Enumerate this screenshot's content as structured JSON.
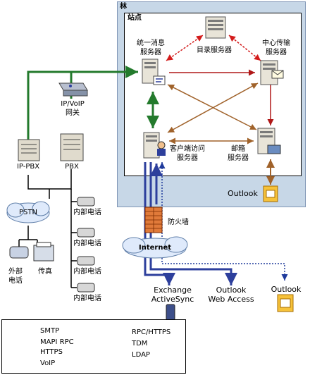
{
  "forest_label": "林",
  "site_label": "站点",
  "servers": {
    "um": [
      "统一消息",
      "服务器"
    ],
    "directory": "目录服务器",
    "hub": [
      "中心传输",
      "服务器"
    ],
    "client_access": [
      "客户端访问",
      "服务器"
    ],
    "mailbox": [
      "邮箱",
      "服务器"
    ]
  },
  "outlook_inner": "Outlook",
  "ip_voip_gateway": [
    "IP/VoIP",
    "网关"
  ],
  "ip_pbx": "IP-PBX",
  "pbx": "PBX",
  "pstn": "PSTN",
  "internal_phones": [
    "内部电话",
    "内部电话",
    "内部电话",
    "内部电话"
  ],
  "external_phone": [
    "外部",
    "电话"
  ],
  "fax": "传真",
  "firewall": "防火墙",
  "internet": "Internet",
  "clients": {
    "activesync": [
      "Exchange",
      "ActiveSync"
    ],
    "owa": [
      "Outlook",
      "Web Access"
    ],
    "outlook": "Outlook"
  },
  "legend": {
    "items": [
      {
        "label": "SMTP",
        "color": "#b01818",
        "style": "solid-arrow"
      },
      {
        "label": "MAPI RPC",
        "color": "#a0622a",
        "style": "solid-arrow"
      },
      {
        "label": "HTTPS",
        "color": "#2d3f9c",
        "style": "solid-arrow"
      },
      {
        "label": "VoIP",
        "color": "#237a2c",
        "style": "solid-arrow"
      },
      {
        "label": "RPC/HTTPS",
        "color": "#1f3a9c",
        "style": "dotted-arrow"
      },
      {
        "label": "TDM",
        "color": "#000000",
        "style": "solid-arrow"
      },
      {
        "label": "LDAP",
        "color": "#d31b1b",
        "style": "dotted-arrow"
      }
    ]
  },
  "colors": {
    "smtp": "#b01818",
    "mapi": "#a0622a",
    "https": "#2d3f9c",
    "voip": "#237a2c",
    "rpc_https": "#1f3a9c",
    "tdm": "#000000",
    "ldap": "#d31b1b",
    "forest_bg": "#c7d7e7"
  }
}
